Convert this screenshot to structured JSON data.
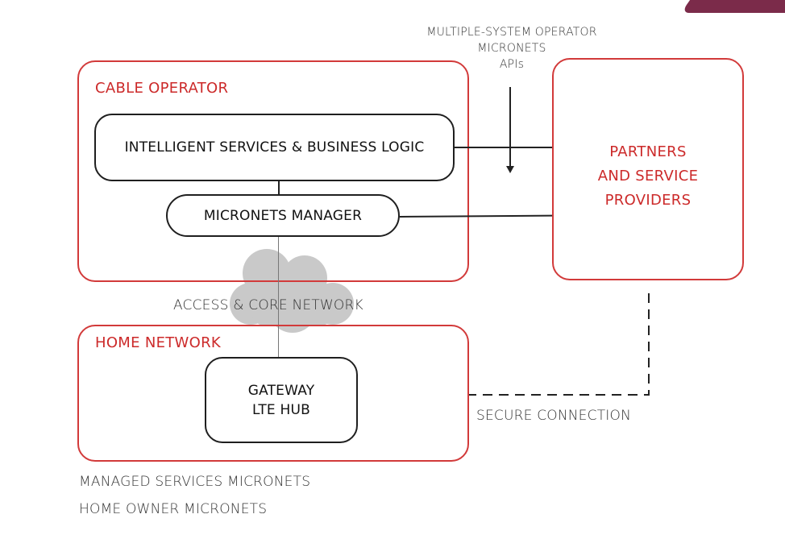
{
  "header": {
    "mso_label": "MULTIPLE-SYSTEM OPERATOR\nMICRONETS\nAPIs"
  },
  "cable_operator": {
    "title": "CABLE OPERATOR",
    "intelligent_services": "INTELLIGENT SERVICES & BUSINESS LOGIC",
    "micronets_manager": "MICRONETS MANAGER"
  },
  "partners": {
    "label": "PARTNERS\nAND SERVICE\nPROVIDERS"
  },
  "network": {
    "access_core": "ACCESS & CORE NETWORK",
    "cloud_icon": "cloud-icon"
  },
  "home_network": {
    "title": "HOME NETWORK",
    "gateway": "GATEWAY\nLTE HUB"
  },
  "connections": {
    "secure": "SECURE CONNECTION"
  },
  "footer": {
    "managed_services": "MANAGED SERVICES MICRONETS",
    "home_owner": "HOME OWNER MICRONETS"
  },
  "colors": {
    "accent_red": "#d23a3a",
    "corner_brand": "#7b2b4a",
    "cloud_gray": "#c9c9c9"
  }
}
